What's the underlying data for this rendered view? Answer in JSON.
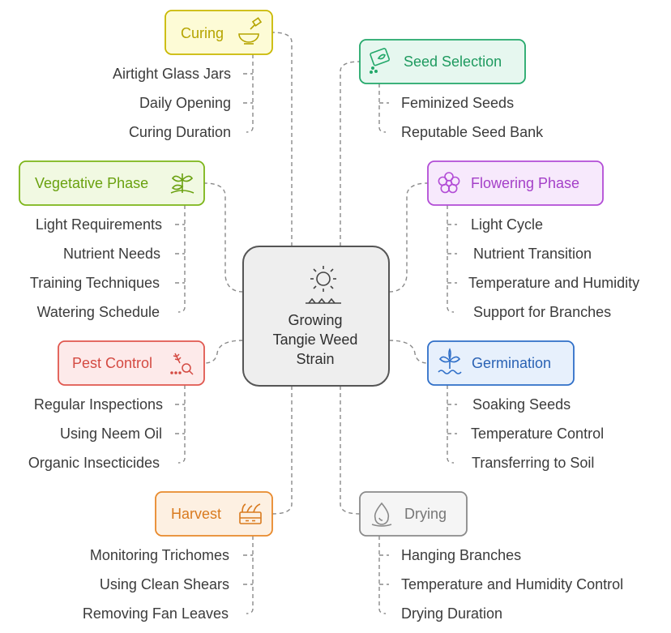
{
  "center": {
    "lines": [
      "Growing",
      "Tangie Weed",
      "Strain"
    ],
    "icon": "sun-plant-icon"
  },
  "nodes": {
    "curing": {
      "title": "Curing",
      "icon": "mortar-bowl-icon",
      "color": "#c9b800",
      "fill": "#fdfbd6",
      "items": [
        "Airtight Glass Jars",
        "Daily Opening",
        "Curing Duration"
      ]
    },
    "seed_selection": {
      "title": "Seed Selection",
      "icon": "seed-packet-icon",
      "color": "#23a86a",
      "fill": "#e6f7ef",
      "items": [
        "Feminized Seeds",
        "Reputable Seed Bank"
      ]
    },
    "vegetative": {
      "title": "Vegetative Phase",
      "icon": "sprout-icon",
      "color": "#7cb518",
      "fill": "#f1f9e2",
      "items": [
        "Light Requirements",
        "Nutrient Needs",
        "Training Techniques",
        "Watering Schedule"
      ]
    },
    "flowering": {
      "title": "Flowering Phase",
      "icon": "flower-icon",
      "color": "#b24cd6",
      "fill": "#f7e9fc",
      "items": [
        "Light Cycle",
        "Nutrient Transition",
        "Temperature and Humidity",
        "Support for Branches"
      ]
    },
    "pest_control": {
      "title": "Pest Control",
      "icon": "magnifier-wheat-icon",
      "color": "#e0574f",
      "fill": "#fdeaea",
      "items": [
        "Regular Inspections",
        "Using Neem Oil",
        "Organic Insecticides"
      ]
    },
    "germination": {
      "title": "Germination",
      "icon": "seedling-water-icon",
      "color": "#2f6fc8",
      "fill": "#e7f0fc",
      "items": [
        "Soaking Seeds",
        "Temperature Control",
        "Transferring to Soil"
      ]
    },
    "harvest": {
      "title": "Harvest",
      "icon": "crate-icon",
      "color": "#e8892b",
      "fill": "#fdf0e2",
      "items": [
        "Monitoring Trichomes",
        "Using Clean Shears",
        "Removing Fan Leaves"
      ]
    },
    "drying": {
      "title": "Drying",
      "icon": "drop-icon",
      "color": "#8a8a8a",
      "fill": "#f5f5f5",
      "items": [
        "Hanging Branches",
        "Temperature and Humidity Control",
        "Drying Duration"
      ]
    }
  }
}
